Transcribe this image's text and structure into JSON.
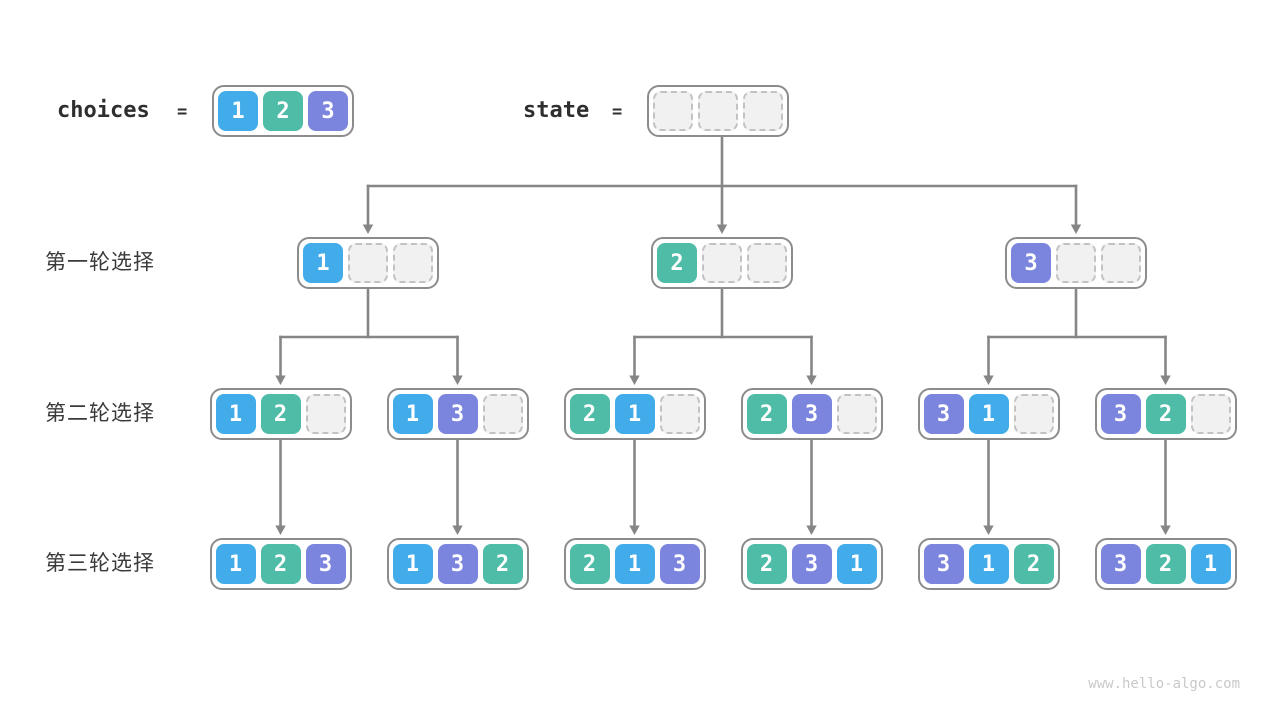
{
  "header": {
    "choices": {
      "label": "choices",
      "equals": "=",
      "values": [
        1,
        2,
        3
      ]
    },
    "state": {
      "label": "state",
      "equals": "=",
      "empty_slots": 3
    }
  },
  "rows": [
    {
      "label": "第一轮选择",
      "nodes": [
        [
          1,
          null,
          null
        ],
        [
          2,
          null,
          null
        ],
        [
          3,
          null,
          null
        ]
      ]
    },
    {
      "label": "第二轮选择",
      "nodes": [
        [
          1,
          2,
          null
        ],
        [
          1,
          3,
          null
        ],
        [
          2,
          1,
          null
        ],
        [
          2,
          3,
          null
        ],
        [
          3,
          1,
          null
        ],
        [
          3,
          2,
          null
        ]
      ]
    },
    {
      "label": "第三轮选择",
      "nodes": [
        [
          1,
          2,
          3
        ],
        [
          1,
          3,
          2
        ],
        [
          2,
          1,
          3
        ],
        [
          2,
          3,
          1
        ],
        [
          3,
          1,
          2
        ],
        [
          3,
          2,
          1
        ]
      ]
    }
  ],
  "colors": {
    "choice1": "#41ace9",
    "choice2": "#4fbca7",
    "choice3": "#7b85de",
    "arrow": "#868686",
    "node_border": "#8c8c8c",
    "empty_fill": "#f1f1f1",
    "empty_border": "#c2c2c2"
  },
  "footer": {
    "url": "www.hello-algo.com"
  }
}
